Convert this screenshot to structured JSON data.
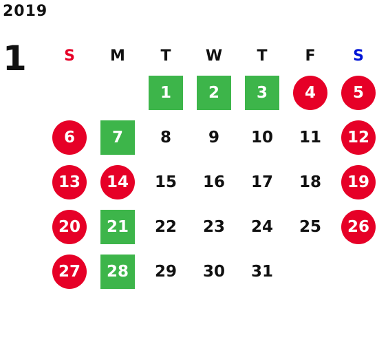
{
  "year": "2019",
  "month": "1",
  "colors": {
    "sunday_header": "#e60027",
    "saturday_header": "#0014d6",
    "holiday_red": "#e60027",
    "green": "#3db54a"
  },
  "weekdays": [
    "S",
    "M",
    "T",
    "W",
    "T",
    "F",
    "S"
  ],
  "weeks": [
    [
      null,
      null,
      {
        "d": "1",
        "s": "sq"
      },
      {
        "d": "2",
        "s": "sq"
      },
      {
        "d": "3",
        "s": "sq"
      },
      {
        "d": "4",
        "s": "circ"
      },
      {
        "d": "5",
        "s": "circ"
      }
    ],
    [
      {
        "d": "6",
        "s": "circ"
      },
      {
        "d": "7",
        "s": "sq"
      },
      {
        "d": "8",
        "s": "plain"
      },
      {
        "d": "9",
        "s": "plain"
      },
      {
        "d": "10",
        "s": "plain"
      },
      {
        "d": "11",
        "s": "plain"
      },
      {
        "d": "12",
        "s": "circ"
      }
    ],
    [
      {
        "d": "13",
        "s": "circ"
      },
      {
        "d": "14",
        "s": "circ"
      },
      {
        "d": "15",
        "s": "plain"
      },
      {
        "d": "16",
        "s": "plain"
      },
      {
        "d": "17",
        "s": "plain"
      },
      {
        "d": "18",
        "s": "plain"
      },
      {
        "d": "19",
        "s": "circ"
      }
    ],
    [
      {
        "d": "20",
        "s": "circ"
      },
      {
        "d": "21",
        "s": "sq"
      },
      {
        "d": "22",
        "s": "plain"
      },
      {
        "d": "23",
        "s": "plain"
      },
      {
        "d": "24",
        "s": "plain"
      },
      {
        "d": "25",
        "s": "plain"
      },
      {
        "d": "26",
        "s": "circ"
      }
    ],
    [
      {
        "d": "27",
        "s": "circ"
      },
      {
        "d": "28",
        "s": "sq"
      },
      {
        "d": "29",
        "s": "plain"
      },
      {
        "d": "30",
        "s": "plain"
      },
      {
        "d": "31",
        "s": "plain"
      },
      null,
      null
    ]
  ]
}
